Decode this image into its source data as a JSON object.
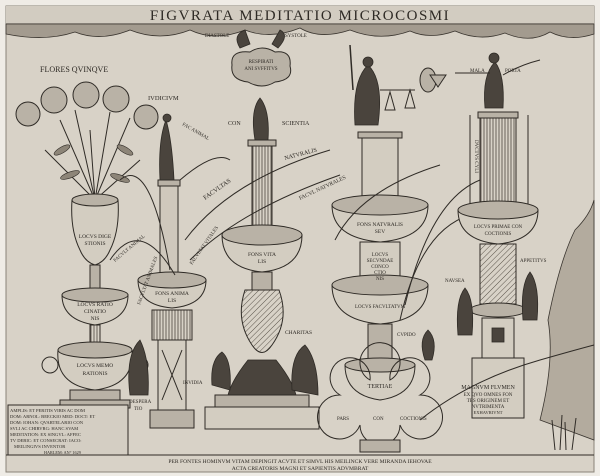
{
  "title": "FIGVRATA MEDITATIO MICROCOSMI",
  "labels": {
    "diastole": "DIASTOLE",
    "systole": "SYSTOLE",
    "respirati": "RESPIRATI",
    "respirati_2": "ANI SVFFITVS",
    "flores": "FLORES QVINQVE",
    "iudicium": "IVDICIVM",
    "con": "CON",
    "scientia": "SCIENTIA",
    "fac_animal": "FAC ANIMAL",
    "facultas": "FACVLTAS",
    "naturalis": "NATVRALIS",
    "facul_natur": "FACVL NATVRALES",
    "facult_animal": "FACVLT ANIMAL",
    "facultat_animales": "FACVLTAT ANIMALES",
    "facultat_vitales": "FACVLTAT VITALES",
    "locus_digest": "LOCVS DIGE",
    "locus_digest_2": "STIONIS",
    "locus_ratio": "LOCVS RATIO",
    "locus_ratio_2": "CINATIO",
    "locus_ratio_3": "NIS",
    "locus_memo": "LOCVS MEMO",
    "locus_memo_2": "RATIONIS",
    "fons_animal": "FONS ANIMA",
    "fons_animal_2": "LIS",
    "fons_vital": "FONS VITA",
    "fons_vital_2": "LIS",
    "fons_natur": "FONS NATVRALIS",
    "fons_natur_2": "SEV",
    "locus_sec": "LOCVS",
    "locus_sec_2": "SECVNDAE",
    "locus_sec_3": "CONCO",
    "locus_sec_4": "CTIO",
    "locus_sec_5": "NIS",
    "locus_facul": "LOCVS FACVLTATVM",
    "locus_prima": "LOCVS PRIMAE CON",
    "locus_prima_2": "COCTIONIS",
    "ductus": "DVCTVS CYLI",
    "mala": "MALA",
    "porta": "PORTA",
    "nausea": "NAVSEA",
    "appetitus": "APPETITVS",
    "charitas": "CHARITAS",
    "cupido": "CVPIDO",
    "invidia": "INVIDIA",
    "desperatio": "DESPERA",
    "desperatio_2": "TIO",
    "tertiae": "TERTIAE",
    "pars": "PARS",
    "con2": "CON",
    "coctionis": "COCTIONIS",
    "magnum": "MAGNVM FLVMEN",
    "magnum_2": "EX QVO OMNES FON",
    "magnum_3": "TES ORIGINEM ET",
    "magnum_4": "NVTRIMENTA",
    "magnum_5": "EXHAVRIVNT"
  },
  "dedication": [
    "AMPLIS: ET PERITIS VIRIS AC DOM",
    "DOM: ARNOL: BEECKIO MED: DOCT: ET",
    "DOM: IOHAN: QVARTELARIO CON",
    "SVLI AC CHIRVRG: HANC SVAM",
    "MEDITATION: EX SINGVL: AFFEC",
    "TV DEBIC: ET CONSECRAT: IACO:",
    "MEILINGIVS INVENTOR",
    "HARLEM: AN° 1629"
  ],
  "caption": [
    "PER FONTES HOMINVM VITAM DEPINGIT ACVTE ET SIMVL HIS MEILINCK VERE MIRANDA IEHOVAE",
    "ACTA CREATORIS MAGNI ET SAPIENTIS ADVMBRAT"
  ]
}
